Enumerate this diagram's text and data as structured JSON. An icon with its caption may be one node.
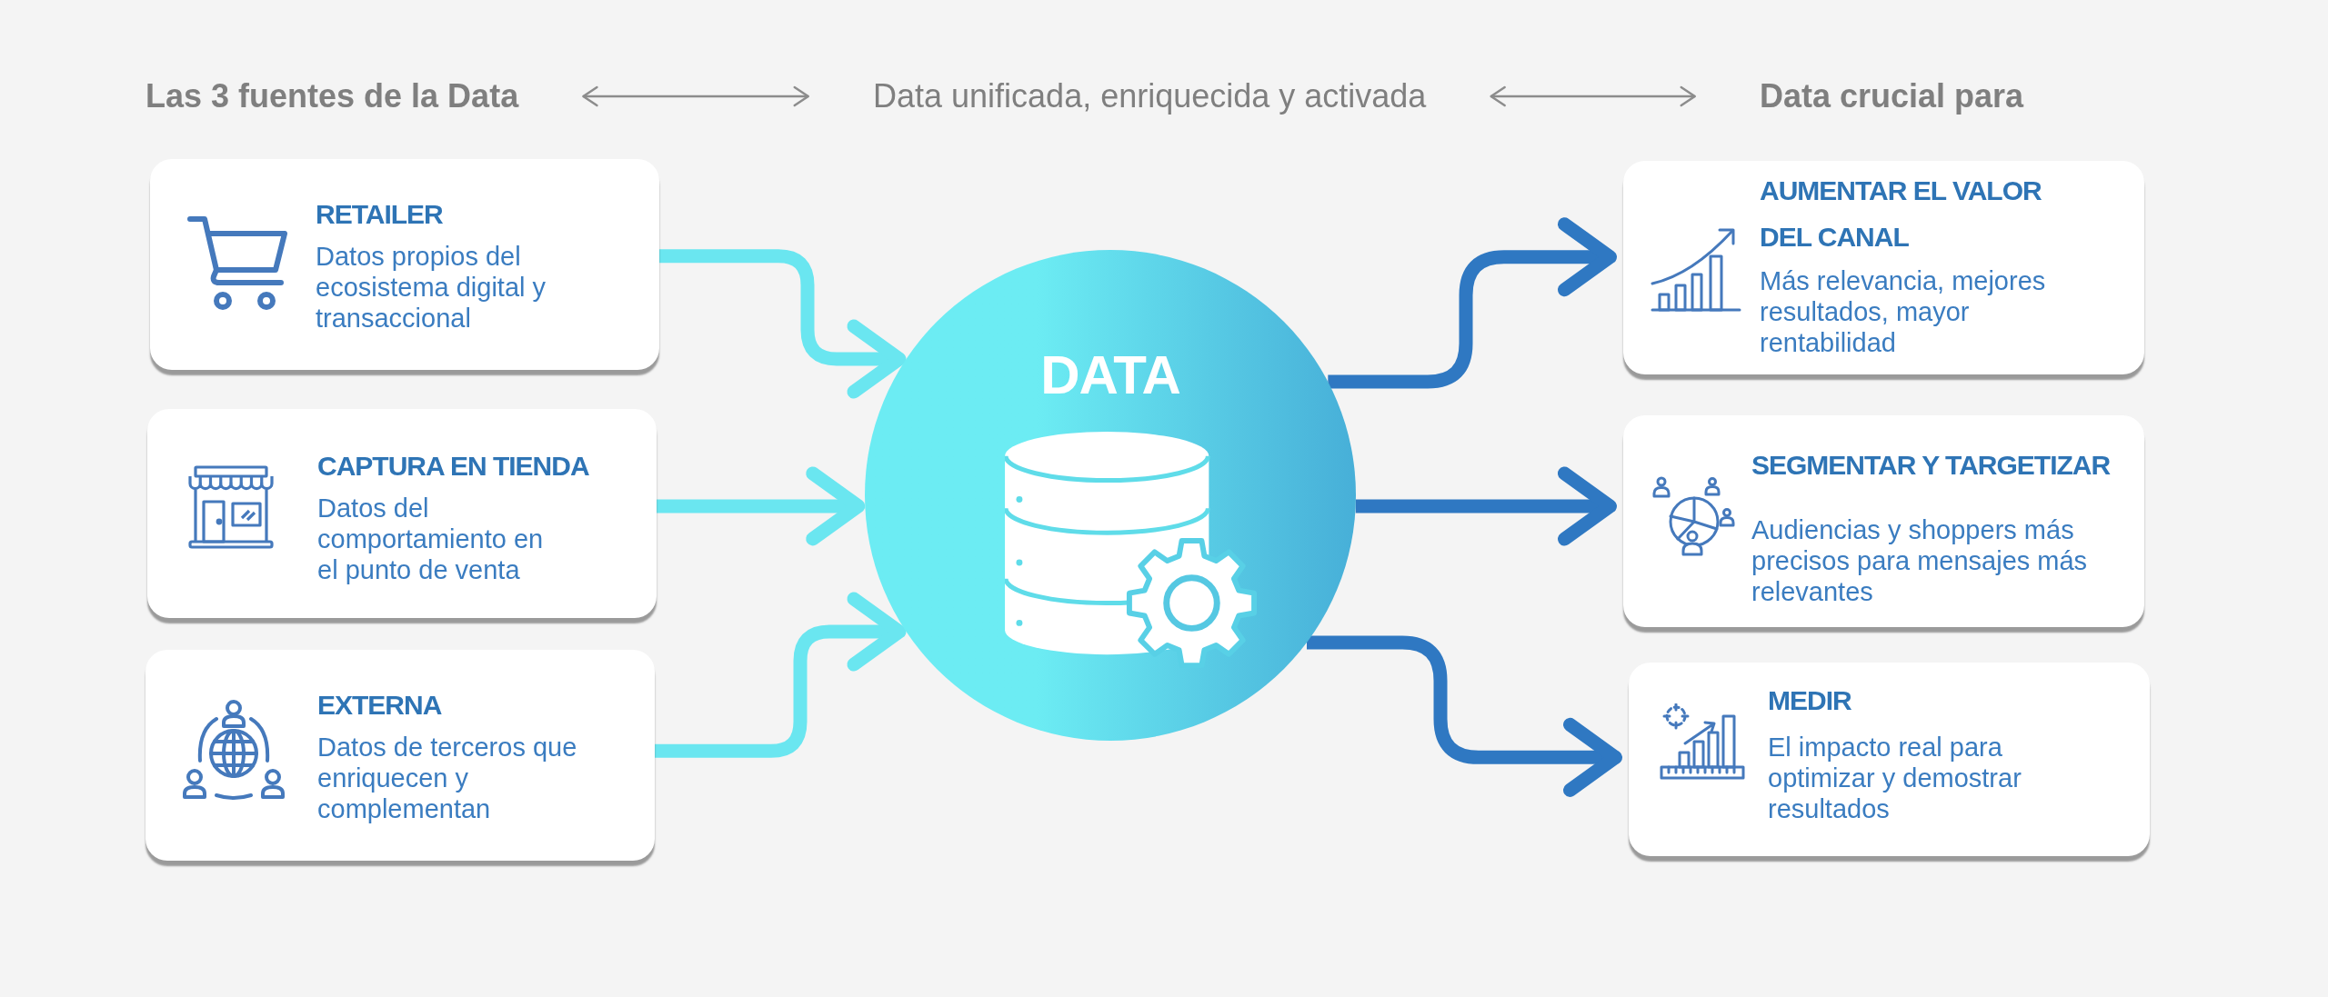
{
  "diagram": {
    "nodes": [
      {
        "text": [
          "Las 3 fuentes de la Data"
        ]
      },
      {
        "text": [
          "Data unificada, enriquecida y activada"
        ]
      },
      {
        "text": [
          "Data crucial para"
        ]
      },
      {
        "text": [
          "RETAILER",
          "Datos propios del ecosistema digital y transaccional"
        ]
      },
      {
        "text": [
          "CAPTURA EN TIENDA",
          "Datos del comportamiento en el punto de venta"
        ]
      },
      {
        "text": [
          "EXTERNA",
          "Datos de terceros que enriquecen y complementan"
        ]
      },
      {
        "text": [
          "DATA"
        ]
      },
      {
        "text": [
          "AUMENTAR EL VALOR DEL CANAL",
          "Más relevancia, mejores resultados, mayor rentabilidad"
        ]
      },
      {
        "text": [
          "SEGMENTAR Y TARGETIZAR",
          "Audiencias y shoppers más precisos para mensajes más relevantes"
        ]
      },
      {
        "text": [
          "MEDIR",
          "El impacto real para optimizar y demostrar resultados"
        ]
      }
    ],
    "edges": [
      {
        "from": 0,
        "to": 1,
        "arrow": "both",
        "color": "#8c8c8c"
      },
      {
        "from": 1,
        "to": 2,
        "arrow": "both",
        "color": "#8c8c8c"
      },
      {
        "from": 3,
        "to": 6,
        "arrow": "to",
        "color": "#6ae6f0"
      },
      {
        "from": 4,
        "to": 6,
        "arrow": "to",
        "color": "#6ae6f0"
      },
      {
        "from": 5,
        "to": 6,
        "arrow": "to",
        "color": "#6ae6f0"
      },
      {
        "from": 6,
        "to": 7,
        "arrow": "to",
        "color": "#2f78c2"
      },
      {
        "from": 6,
        "to": 8,
        "arrow": "to",
        "color": "#2f78c2"
      },
      {
        "from": 6,
        "to": 9,
        "arrow": "to",
        "color": "#2f78c2"
      }
    ]
  }
}
